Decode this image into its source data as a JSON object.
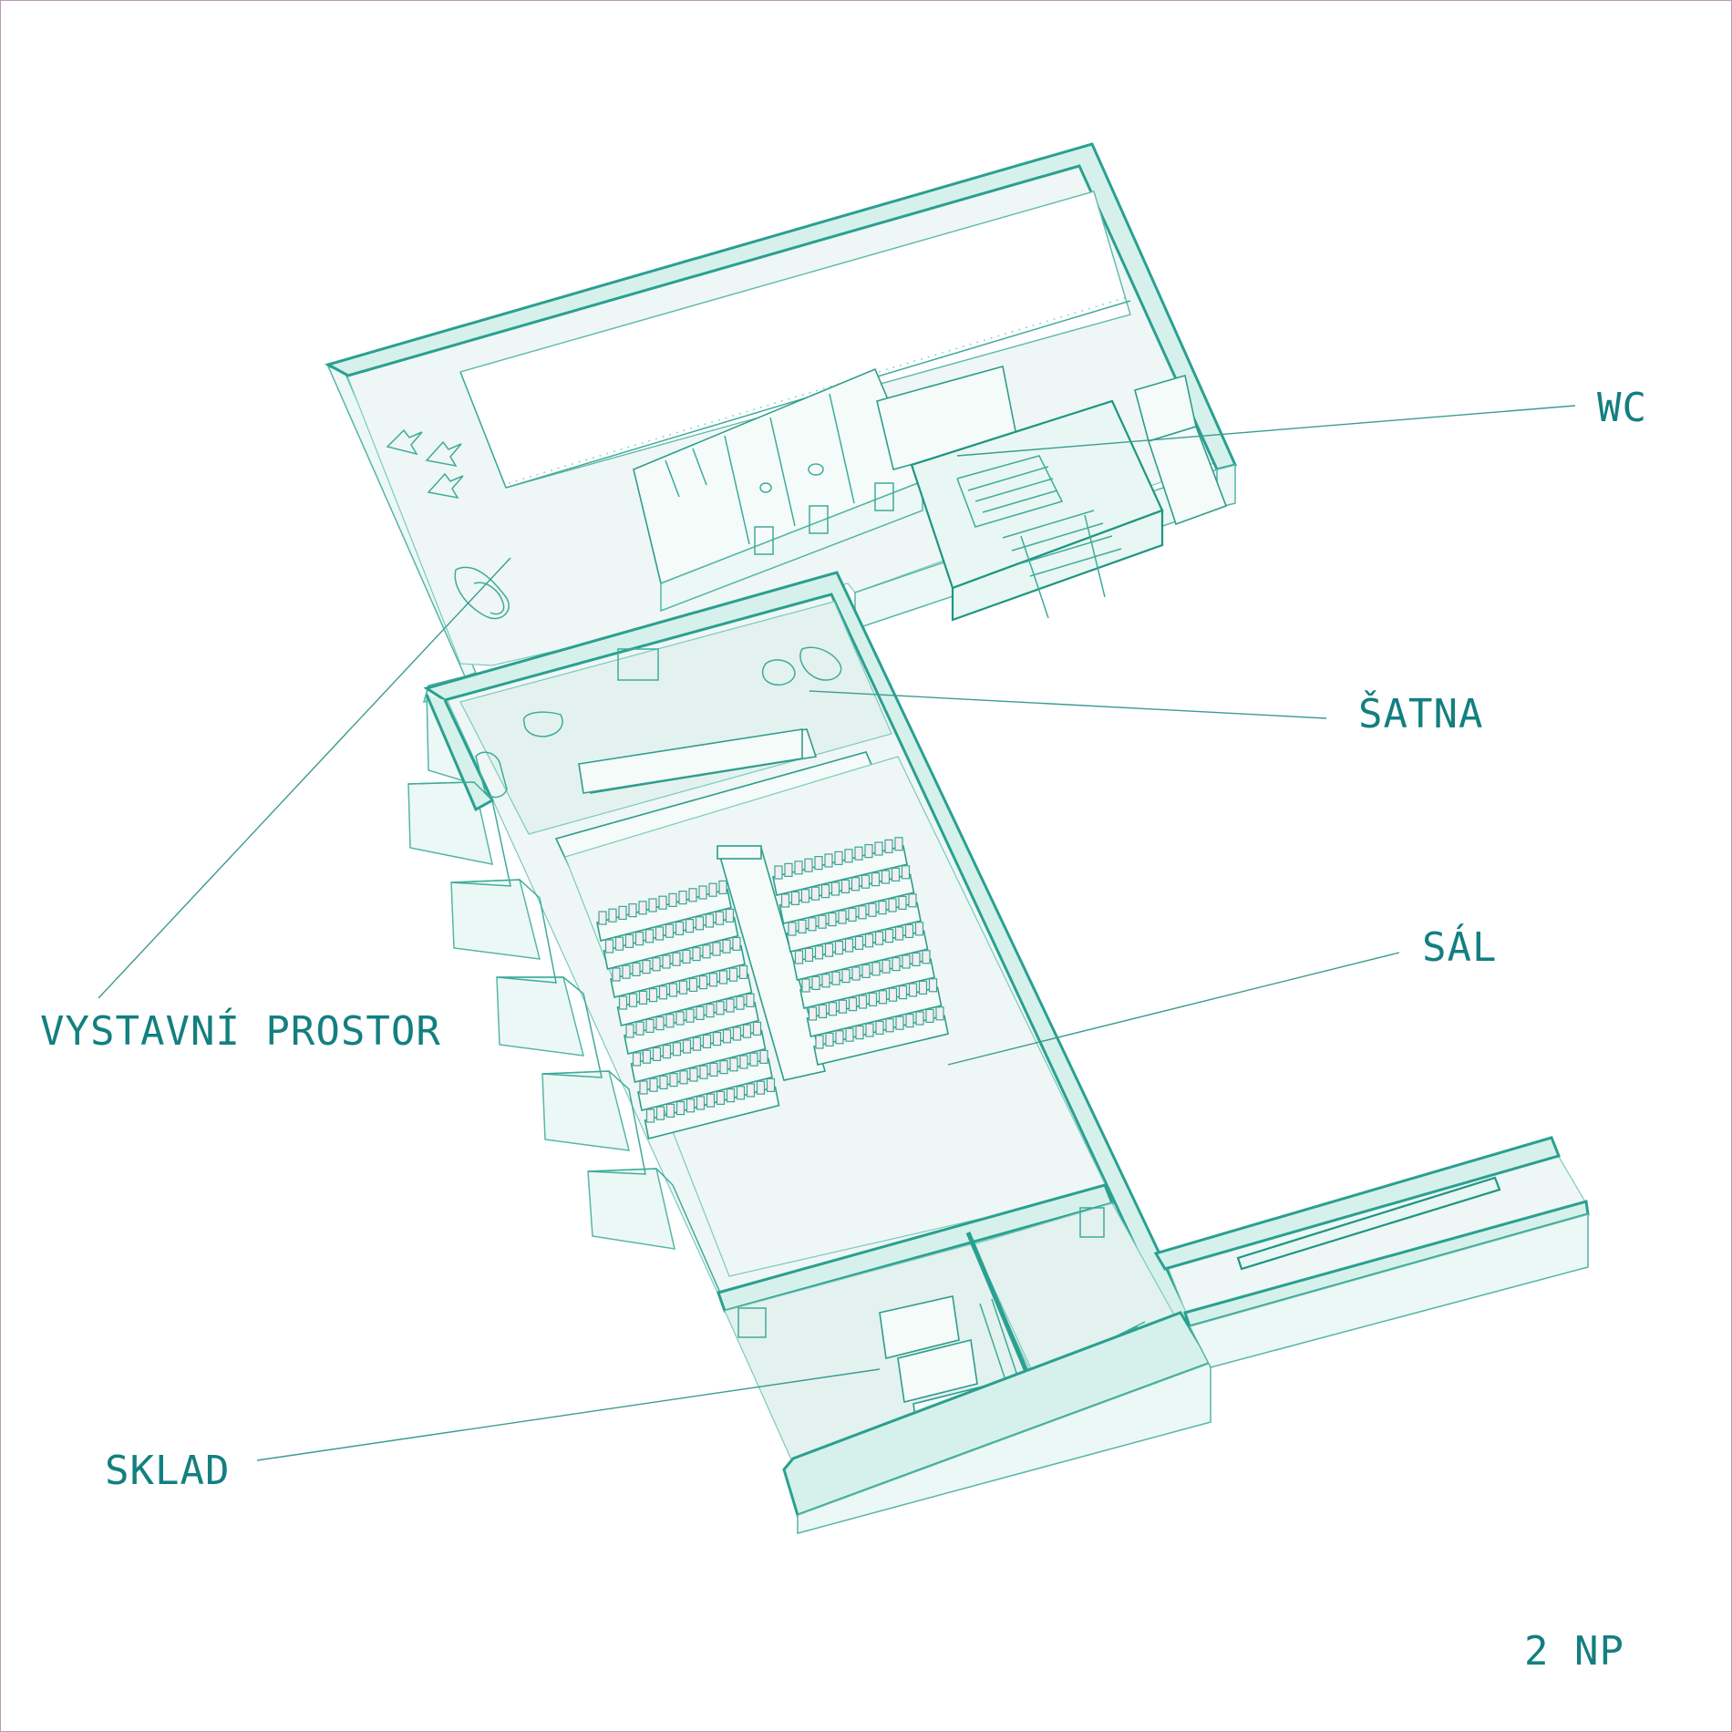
{
  "labels": {
    "wc": "WC",
    "satna": "ŠATNA",
    "sal": "SÁL",
    "vystavni": "VYSTAVNÍ PROSTOR",
    "sklad": "SKLAD",
    "floor": "2 NP"
  },
  "colors": {
    "accent": "#137f80",
    "wall": "#2aa090",
    "fill": "#eef7f5"
  }
}
